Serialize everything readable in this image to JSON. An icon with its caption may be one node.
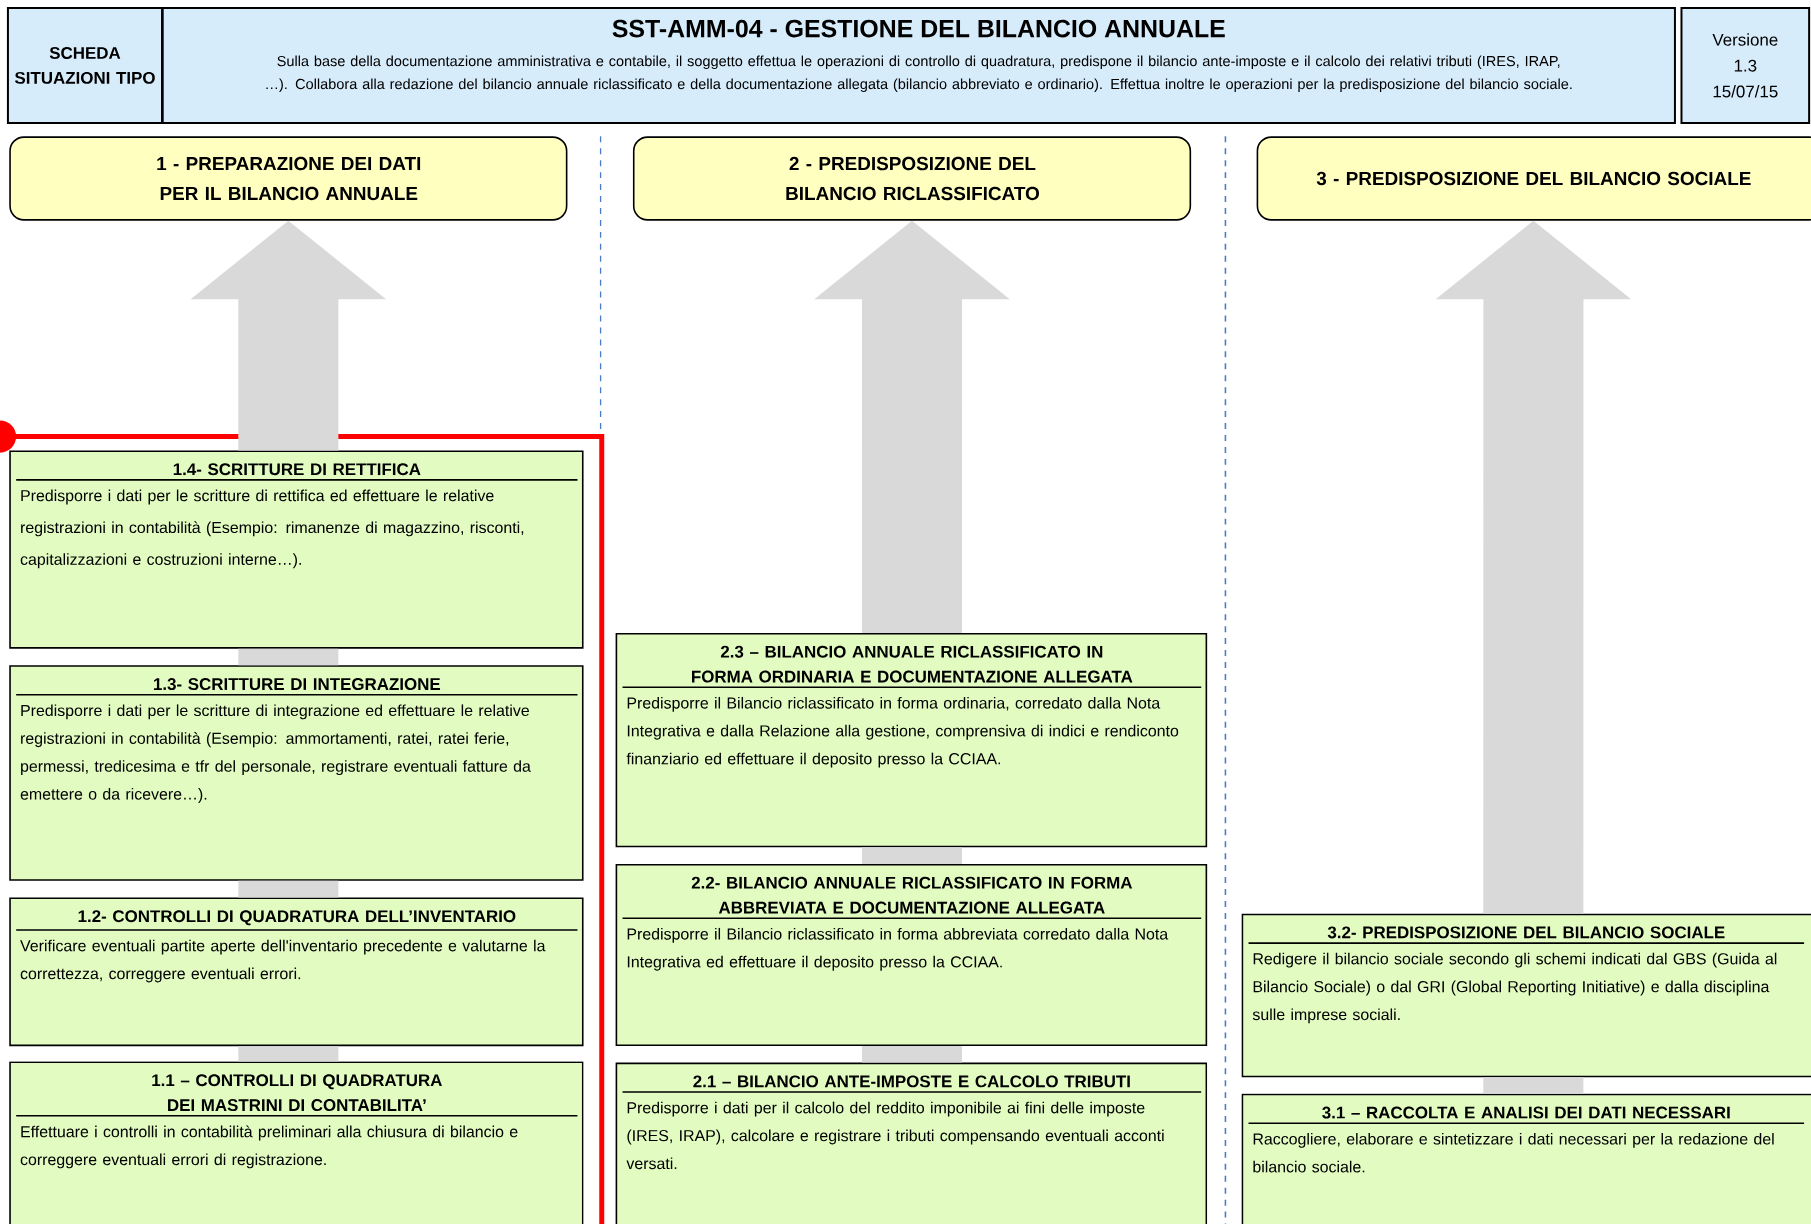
{
  "diagram": {
    "nodes": [
      {
        "text": [
          "SCHEDA SITUAZIONI TIPO"
        ]
      },
      {
        "text": [
          "SST-AMM-04  -  GESTIONE DEL BILANCIO ANNUALE",
          "Sulla base della documentazione amministrativa e contabile, il soggetto effettua le operazioni di controllo di quadratura, predispone il bilancio ante-imposte e il calcolo dei relativi tributi (IRES, IRAP, …). Collabora alla redazione del bilancio annuale riclassificato e della documentazione allegata (bilancio abbreviato e ordinario). Effettua inoltre le operazioni per la predisposizione del bilancio sociale."
        ]
      },
      {
        "text": [
          "Versione",
          "1.3",
          "15/07/15"
        ]
      },
      {
        "text": [
          "1 - PREPARAZIONE DEI DATI PER IL BILANCIO ANNUALE"
        ]
      },
      {
        "text": [
          "2 - PREDISPOSIZIONE DEL BILANCIO RICLASSIFICATO"
        ]
      },
      {
        "text": [
          "3 - PREDISPOSIZIONE DEL BILANCIO SOCIALE"
        ]
      },
      {
        "text": [
          "1.4- SCRITTURE DI RETTIFICA",
          "Predisporre i dati per le scritture di rettifica ed effettuare le relative registrazioni in contabilità (Esempio: rimanenze di magazzino, risconti, capitalizzazioni e costruzioni interne…)."
        ]
      },
      {
        "text": [
          "1.3- SCRITTURE DI INTEGRAZIONE",
          "Predisporre i dati per le scritture di integrazione ed effettuare le relative registrazioni in contabilità (Esempio: ammortamenti, ratei, ratei ferie, permessi, tredicesima e tfr del personale, registrare eventuali fatture da emettere o da ricevere…)."
        ]
      },
      {
        "text": [
          "1.2- CONTROLLI DI QUADRATURA DELL’INVENTARIO",
          "Verificare eventuali partite aperte dell'inventario precedente e valutarne la correttezza, correggere eventuali errori."
        ]
      },
      {
        "text": [
          "1.1 – CONTROLLI DI QUADRATURA DEI MASTRINI DI CONTABILITA’",
          "Effettuare i controlli in contabilità preliminari alla chiusura di bilancio e correggere eventuali errori di registrazione."
        ]
      },
      {
        "text": [
          "2.3 – BILANCIO ANNUALE RICLASSIFICATO IN FORMA ORDINARIA E DOCUMENTAZIONE ALLEGATA",
          "Predisporre il Bilancio riclassificato in forma ordinaria, corredato dalla Nota Integrativa e dalla Relazione alla gestione, comprensiva di indici e rendiconto finanziario ed effettuare il deposito presso la CCIAA."
        ]
      },
      {
        "text": [
          "2.2- BILANCIO ANNUALE RICLASSIFICATO IN FORMA ABBREVIATA E DOCUMENTAZIONE ALLEGATA",
          "Predisporre il Bilancio riclassificato in forma abbreviata corredato dalla Nota Integrativa ed effettuare il deposito presso la CCIAA."
        ]
      },
      {
        "text": [
          "2.1 – BILANCIO ANTE-IMPOSTE E CALCOLO TRIBUTI",
          "Predisporre i dati per il calcolo del reddito imponibile ai fini delle imposte (IRES, IRAP), calcolare e registrare i tributi compensando eventuali acconti versati."
        ]
      },
      {
        "text": [
          "3.2- PREDISPOSIZIONE DEL BILANCIO SOCIALE",
          "Redigere il bilancio sociale secondo gli schemi indicati dal GBS (Guida al Bilancio Sociale) o dal GRI (Global Reporting Initiative) e dalla disciplina sulle imprese sociali."
        ]
      },
      {
        "text": [
          "3.1 – RACCOLTA E ANALISI DEI DATI NECESSARI",
          "Raccogliere, elaborare e sintetizzare i dati necessari per la redazione del bilancio sociale."
        ]
      }
    ],
    "edges": [
      {
        "from": 9,
        "to": 8,
        "arrow": "none"
      },
      {
        "from": 8,
        "to": 7,
        "arrow": "none"
      },
      {
        "from": 7,
        "to": 6,
        "arrow": "none"
      },
      {
        "from": 6,
        "to": 3,
        "arrow": "to"
      },
      {
        "from": 12,
        "to": 11,
        "arrow": "none"
      },
      {
        "from": 11,
        "to": 10,
        "arrow": "none"
      },
      {
        "from": 10,
        "to": 4,
        "arrow": "to"
      },
      {
        "from": 14,
        "to": 13,
        "arrow": "none"
      },
      {
        "from": 13,
        "to": 5,
        "arrow": "to"
      }
    ]
  }
}
